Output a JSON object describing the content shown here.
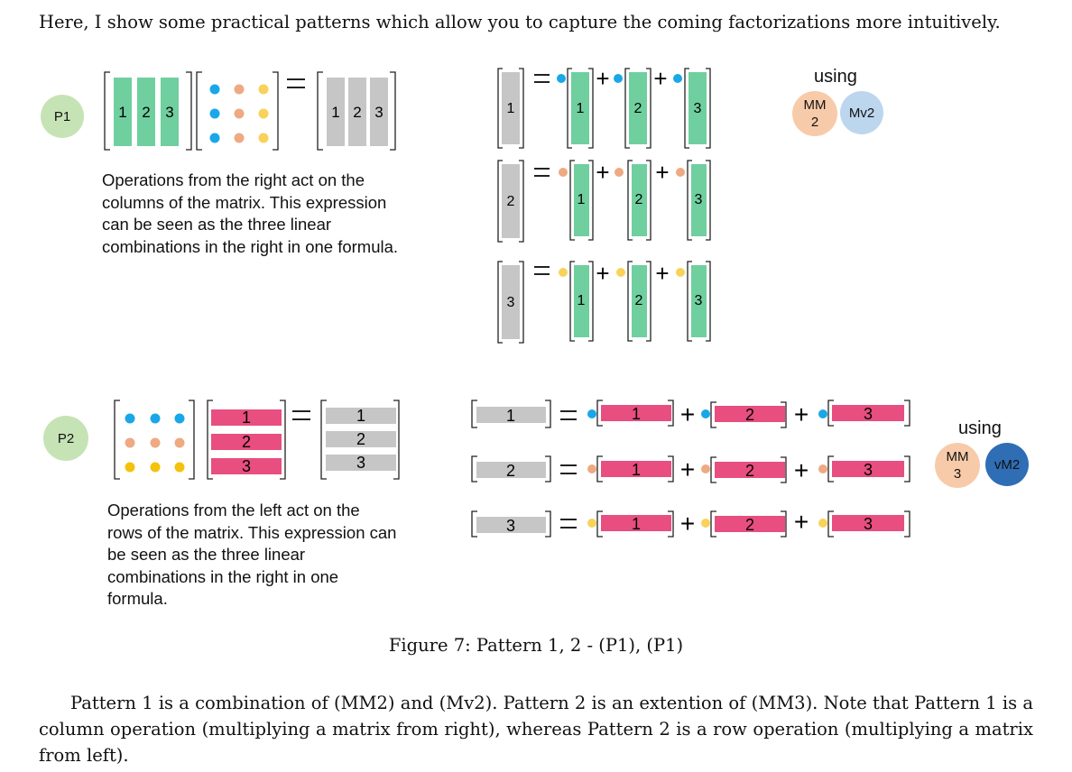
{
  "intro": "Here, I show some practical patterns which allow you to capture the coming factorizations more intuitively.",
  "p1": {
    "label": "P1",
    "description": "Operations from the right act on the columns of the matrix. This expression can be seen as the three linear combinations in the right in one formula.",
    "using_label": "using",
    "badges": [
      "MM 2",
      "Mv2"
    ],
    "column_numbers": [
      "1",
      "2",
      "3"
    ]
  },
  "p2": {
    "label": "P2",
    "description": "Operations from the left act on the rows of the matrix. This expression can be seen as the three linear combinations in the right in one formula.",
    "using_label": "using",
    "badges": [
      "MM 3",
      "vM2"
    ],
    "row_numbers": [
      "1",
      "2",
      "3"
    ]
  },
  "caption": "Figure 7: Pattern 1, 2 - (P1), (P1)",
  "paragraph": "Pattern 1 is a combination of (MM2) and (Mv2). Pattern 2 is an extention of (MM3). Note that Pattern 1 is a column operation (multiplying a matrix from right), whereas Pattern 2 is a row operation (multiplying a matrix from left).",
  "colors": {
    "green": "#6fcf9f",
    "gray": "#c6c6c6",
    "pink": "#e84e80",
    "dot_blue": "#1aa7e8",
    "dot_orange": "#eeaa82",
    "dot_yellow": "#f8d25a",
    "dot_gold": "#f4c20d",
    "p_circle": "#c6e3b5",
    "badge_peach": "#f7cba9",
    "badge_lightblue": "#bcd6ee",
    "badge_darkblue": "#2f6db5"
  }
}
